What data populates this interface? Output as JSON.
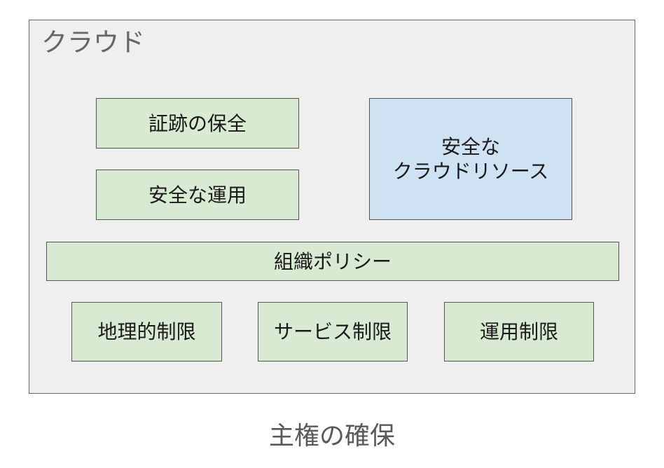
{
  "cloud": {
    "title": "クラウド"
  },
  "boxes": {
    "evidence": "証跡の保全",
    "secure_operations": "安全な運用",
    "secure_resources_line1": "安全な",
    "secure_resources_line2": "クラウドリソース",
    "org_policy": "組織ポリシー",
    "geo_restriction": "地理的制限",
    "service_restriction": "サービス制限",
    "ops_restriction": "運用制限"
  },
  "caption": "主権の確保",
  "colors": {
    "frame_fill": "#efefef",
    "frame_border": "#666666",
    "green_box": "#d9ead3",
    "blue_box": "#cfe2f3",
    "box_border": "#555555"
  }
}
